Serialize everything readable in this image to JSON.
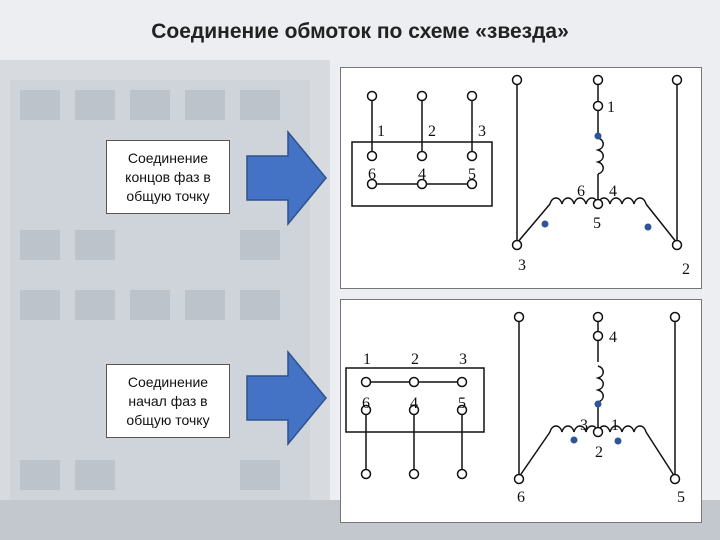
{
  "title": "Соединение обмоток по схеме «звезда»",
  "captions": {
    "top": "Соединение концов фаз в общую точку",
    "bottom": "Соединение начал фаз в общую точку"
  },
  "top_diagram": {
    "box_top_labels": [
      "1",
      "2",
      "3"
    ],
    "box_bottom_labels": [
      "6",
      "4",
      "5"
    ],
    "star_labels": {
      "top_start": "1",
      "center_left": "6",
      "center_right": "4",
      "center_bottom": "5",
      "end_left": "3",
      "end_right": "2"
    }
  },
  "bottom_diagram": {
    "box_top_labels": [
      "1",
      "2",
      "3"
    ],
    "box_bottom_labels": [
      "6",
      "4",
      "5"
    ],
    "star_labels": {
      "top_start": "4",
      "center_left": "3",
      "center_right": "1",
      "center_bottom": "2",
      "end_left": "6",
      "end_right": "5"
    }
  },
  "colors": {
    "arrow": "#4472c4",
    "arrow_border": "#2f528f",
    "dot": "#2f5597"
  }
}
